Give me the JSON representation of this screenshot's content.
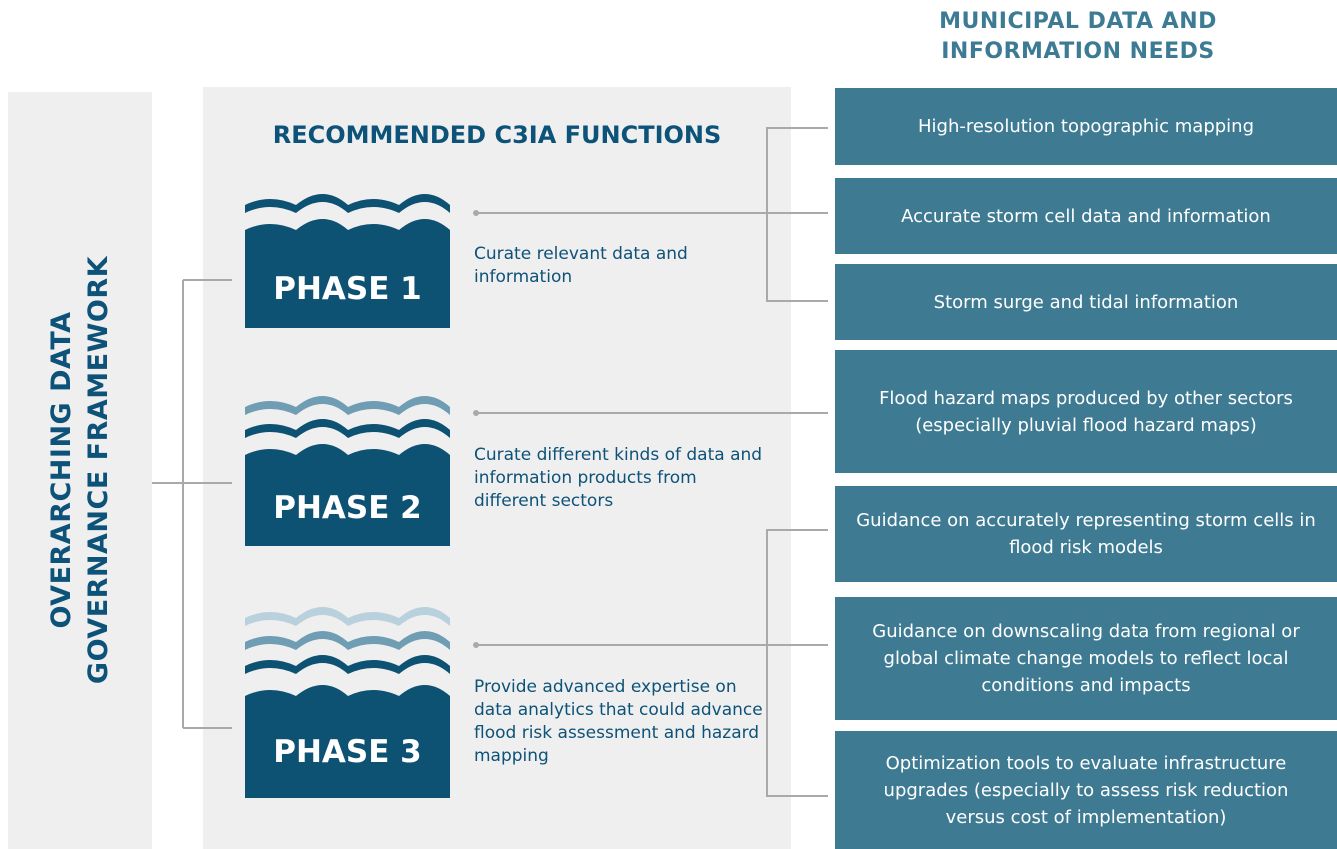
{
  "framework": {
    "title_line1": "OVERARCHING DATA",
    "title_line2": "GOVERNANCE FRAMEWORK"
  },
  "functions": {
    "heading": "RECOMMENDED C3IA FUNCTIONS",
    "phases": [
      {
        "label": "PHASE 1",
        "description": "Curate relevant data and information"
      },
      {
        "label": "PHASE 2",
        "description": "Curate different kinds of data and information products from different sectors"
      },
      {
        "label": "PHASE 3",
        "description": "Provide advanced expertise on data analytics that could advance flood risk assessment and hazard mapping"
      }
    ]
  },
  "needs": {
    "heading_line1": "MUNICIPAL DATA AND",
    "heading_line2": "INFORMATION NEEDS",
    "items": [
      "High-resolution topographic mapping",
      "Accurate storm cell data  and information",
      "Storm surge and tidal information",
      "Flood hazard maps produced by other sectors (especially pluvial flood hazard maps)",
      "Guidance on accurately representing storm cells in flood risk models",
      "Guidance on downscaling data from regional or global climate change models to reflect local conditions and impacts",
      "Optimization tools to evaluate infrastructure upgrades (especially to assess risk reduction versus cost of implementation)"
    ]
  },
  "colors": {
    "dark_blue": "#0d5173",
    "mid_blue": "#3e7b93",
    "wave_light": "#6f9db3",
    "wave_lightest": "#b9d1dc",
    "panel_grey": "#efefef",
    "connector_grey": "#a9a9a9"
  }
}
